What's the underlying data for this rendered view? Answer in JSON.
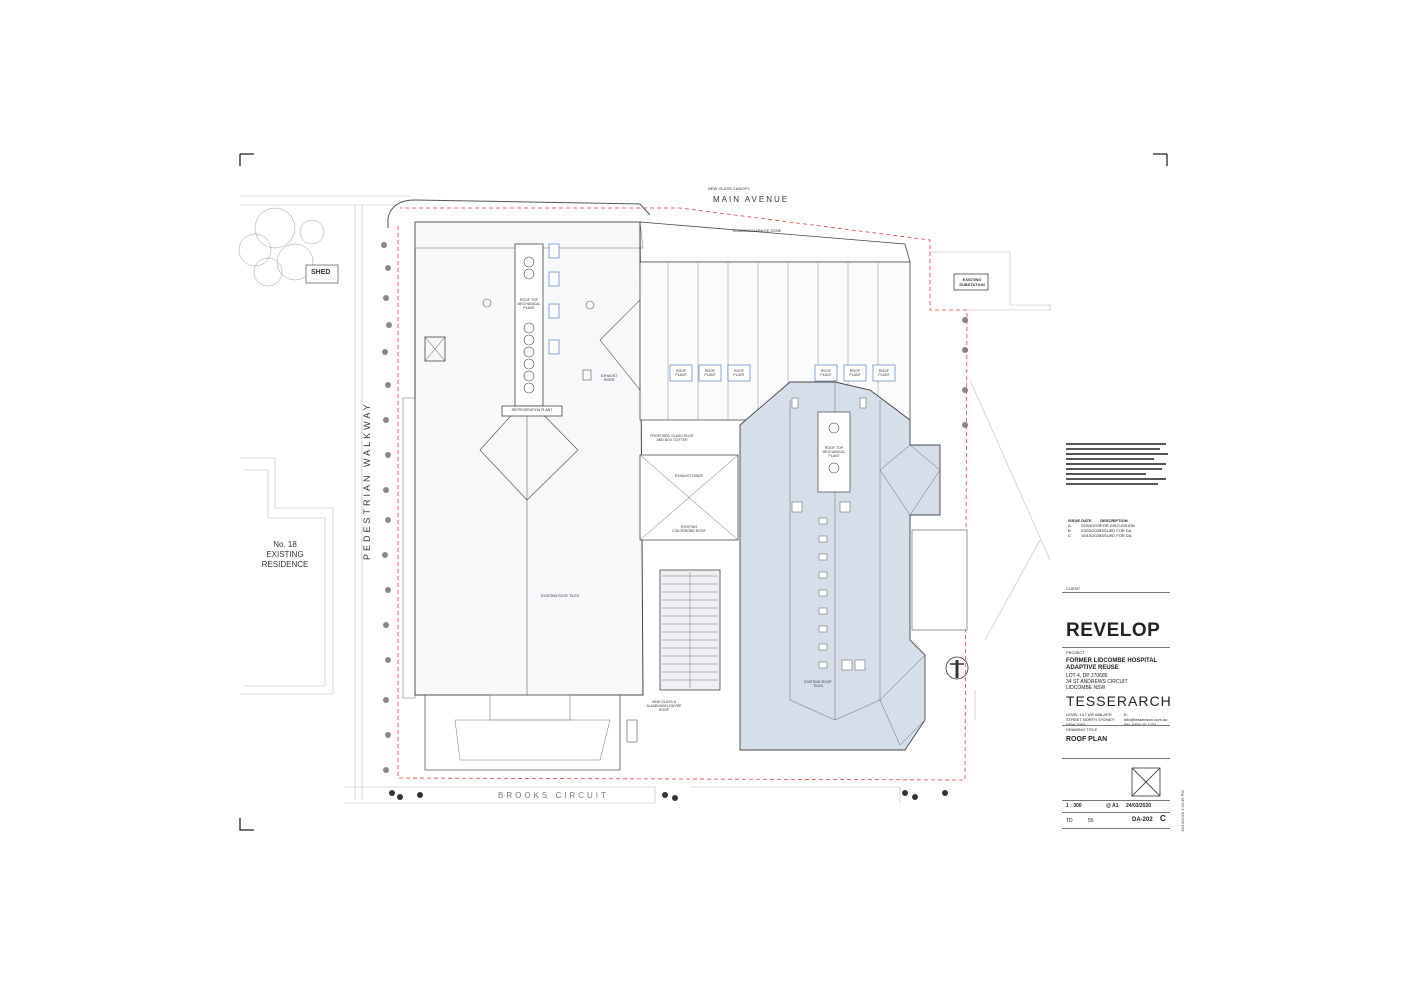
{
  "street_top": {
    "name": "MAIN AVENUE",
    "note": "NEW GLASS CANOPY",
    "setback": "LOADING/GARAGE ZONE"
  },
  "street_bottom": {
    "name": "BROOKS CIRCUIT"
  },
  "walkway": {
    "name": "PEDESTRIAN WALKWAY"
  },
  "shed": {
    "label": "SHED"
  },
  "neighbour": {
    "line1": "No. 18",
    "line2": "EXISTING",
    "line3": "RESIDENCE"
  },
  "substation": {
    "line1": "EXISTING",
    "line2": "SUBSTATION"
  },
  "west_wing": {
    "plant_label": "ROOF TOP MECHANICAL PLANT",
    "refrigeration": "REFRIGERATION PLANT",
    "roof": "EXISTING ROOF TILES",
    "exhaust": "EXHAUST RISER"
  },
  "centre": {
    "glass_roof": "PROPOSED GLASS ROOF AND BOX GUTTER",
    "exhaust": "EXHAUST RISER",
    "colorbond": "EXISTING COLORBOND ROOF",
    "louvre": "NEW GLASS & ALUMINIUM LOUVRE ROOF"
  },
  "east_wing": {
    "plant_label": "ROOF TOP MECHANICAL PLANT",
    "roof": "EXISTING ROOF TILES"
  },
  "roof_unit_labels": [
    "ROOF PLANT",
    "ROOF PLANT",
    "ROOF PLANT",
    "ROOF PLANT",
    "ROOF PLANT",
    "ROOF PLANT"
  ],
  "title_block": {
    "issue_header": [
      "ISSUE",
      "DATE",
      "DESCRIPTION"
    ],
    "issues": [
      {
        "rev": "A",
        "date": "02/03/2020",
        "desc": "FOR DISCUSSION"
      },
      {
        "rev": "B",
        "date": "23/03/2020",
        "desc": "ISSUED FOR DA"
      },
      {
        "rev": "C",
        "date": "15/10/2020",
        "desc": "ISSUED FOR DA"
      }
    ],
    "client_caption": "CLIENT",
    "client": "REVELOP",
    "project_caption": "PROJECT",
    "project_line1": "FORMER LIDCOMBE HOSPITAL",
    "project_line2": "ADAPTIVE REUSE",
    "project_line3": "LOT 4, DP 270685",
    "project_line4": "34 ST ANDREWS CIRCUIT",
    "project_line5": "LIDCOMBE NSW",
    "architect": "TESSERARCH",
    "architect_address": "LEVEL 14 / 100 WALKER STREET NORTH SYDNEY NSW 2060",
    "architect_contact": "E: info@tesserarch.com.au  PH: 8459 20 1234",
    "drawing_caption": "DRAWING TITLE",
    "drawing_title": "ROOF PLAN",
    "scale": "1 : 300",
    "sheet_size": "@ A1",
    "date": "24/03/2020",
    "project_no": "TD",
    "sheet_no": "55",
    "drawing_no": "DA-202",
    "revision": "C",
    "print_stamp": "15/10/2020 3:30:45 PM"
  },
  "colors": {
    "shaded_wing": "#d6deea",
    "linework": "#555555",
    "boundary": "#d64545",
    "hvac": "#3b6db3"
  }
}
